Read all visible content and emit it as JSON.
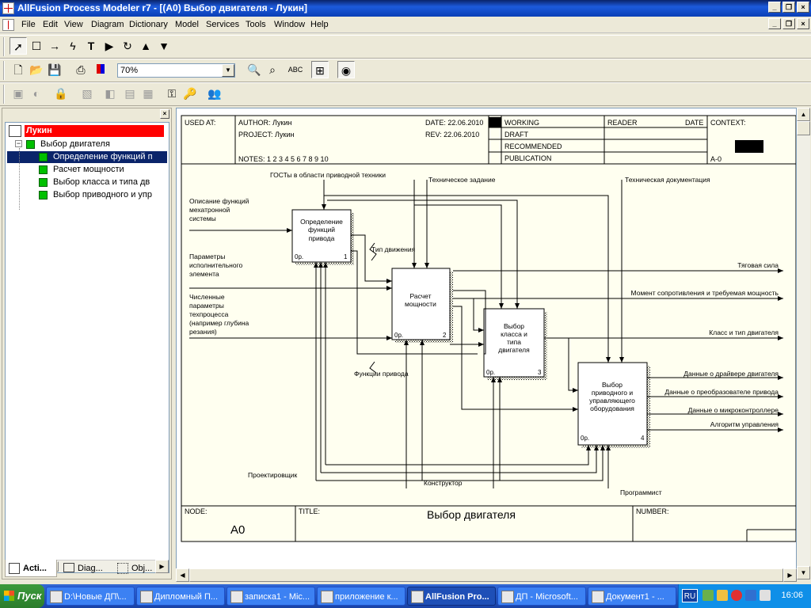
{
  "window": {
    "title": "AllFusion Process Modeler r7 - [(A0) Выбор двигателя - Лукин]"
  },
  "menu": [
    "File",
    "Edit",
    "View",
    "Diagram",
    "Dictionary",
    "Model",
    "Services",
    "Tools",
    "Window",
    "Help"
  ],
  "toolbar": {
    "zoom_value": "70%"
  },
  "model_tree": {
    "root": "Лукин",
    "diagram": "Выбор двигателя",
    "activities": [
      "Определение функций п",
      "Расчет мощности",
      "Выбор класса и типа дв",
      "Выбор приводного и упр"
    ]
  },
  "panel_tabs": [
    "Acti...",
    "Diag...",
    "Obj..."
  ],
  "frame": {
    "used_at": "USED AT:",
    "author": "AUTHOR:  Лукин",
    "project": "PROJECT:  Лукин",
    "date": "DATE:  22.06.2010",
    "rev": "REV:    22.06.2010",
    "notes": "NOTES:  1  2  3  4  5  6  7  8  9  10",
    "status": [
      "WORKING",
      "DRAFT",
      "RECOMMENDED",
      "PUBLICATION"
    ],
    "reader": "READER",
    "date_col": "DATE",
    "context": "CONTEXT:",
    "context_node": "A-0",
    "node_label": "NODE:",
    "node_value": "A0",
    "title_label": "TITLE:",
    "title_value": "Выбор двигателя",
    "number_label": "NUMBER:"
  },
  "diagram": {
    "boxes": [
      {
        "name": "Определение функций привода",
        "lines": [
          "Определение",
          "функций",
          "привода"
        ],
        "cost": "0р.",
        "num": "1"
      },
      {
        "name": "Расчет мощности",
        "lines": [
          "Расчет",
          "мощности"
        ],
        "cost": "0р.",
        "num": "2"
      },
      {
        "name": "Выбор класса и типа двигателя",
        "lines": [
          "Выбор",
          "класса и",
          "типа",
          "двигателя"
        ],
        "cost": "0р.",
        "num": "3"
      },
      {
        "name": "Выбор приводного и управляющего оборудования",
        "lines": [
          "Выбор",
          "приводного и",
          "управляющего",
          "оборудования"
        ],
        "cost": "0р.",
        "num": "4"
      }
    ],
    "inputs": [
      {
        "lines": [
          "Описание функций",
          "мехатронной",
          "системы"
        ]
      },
      {
        "lines": [
          "Параметры",
          "исполнительного",
          "элемента"
        ]
      },
      {
        "lines": [
          "Численные",
          "параметры",
          "техпроцесса",
          "(например глубина",
          "резания)"
        ]
      }
    ],
    "controls": [
      "ГОСТы в области приводной техники",
      "Техническое задание",
      "Техническая документация"
    ],
    "outputs": [
      "Тяговая сила",
      "Момент сопротивления и требуемая мощность",
      "Класс и тип двигателя",
      "Данные о драйвере двигателя",
      "Данные о преобразователе привода",
      "Данные о  микроконтроллере",
      "Алгоритм управления"
    ],
    "internal": [
      "Тип движения",
      "Функции привода"
    ],
    "mechanisms": [
      "Проектировщик",
      "Конструктор",
      "Программист"
    ]
  },
  "taskbar": {
    "start": "Пуск",
    "tasks": [
      "D:\\Новые ДП\\...",
      "Дипломный П...",
      "записка1 - Mic...",
      "приложение к...",
      "AllFusion Pro...",
      "ДП - Microsoft...",
      "Документ1 - ..."
    ],
    "lang": "RU",
    "clock": "16:06"
  }
}
